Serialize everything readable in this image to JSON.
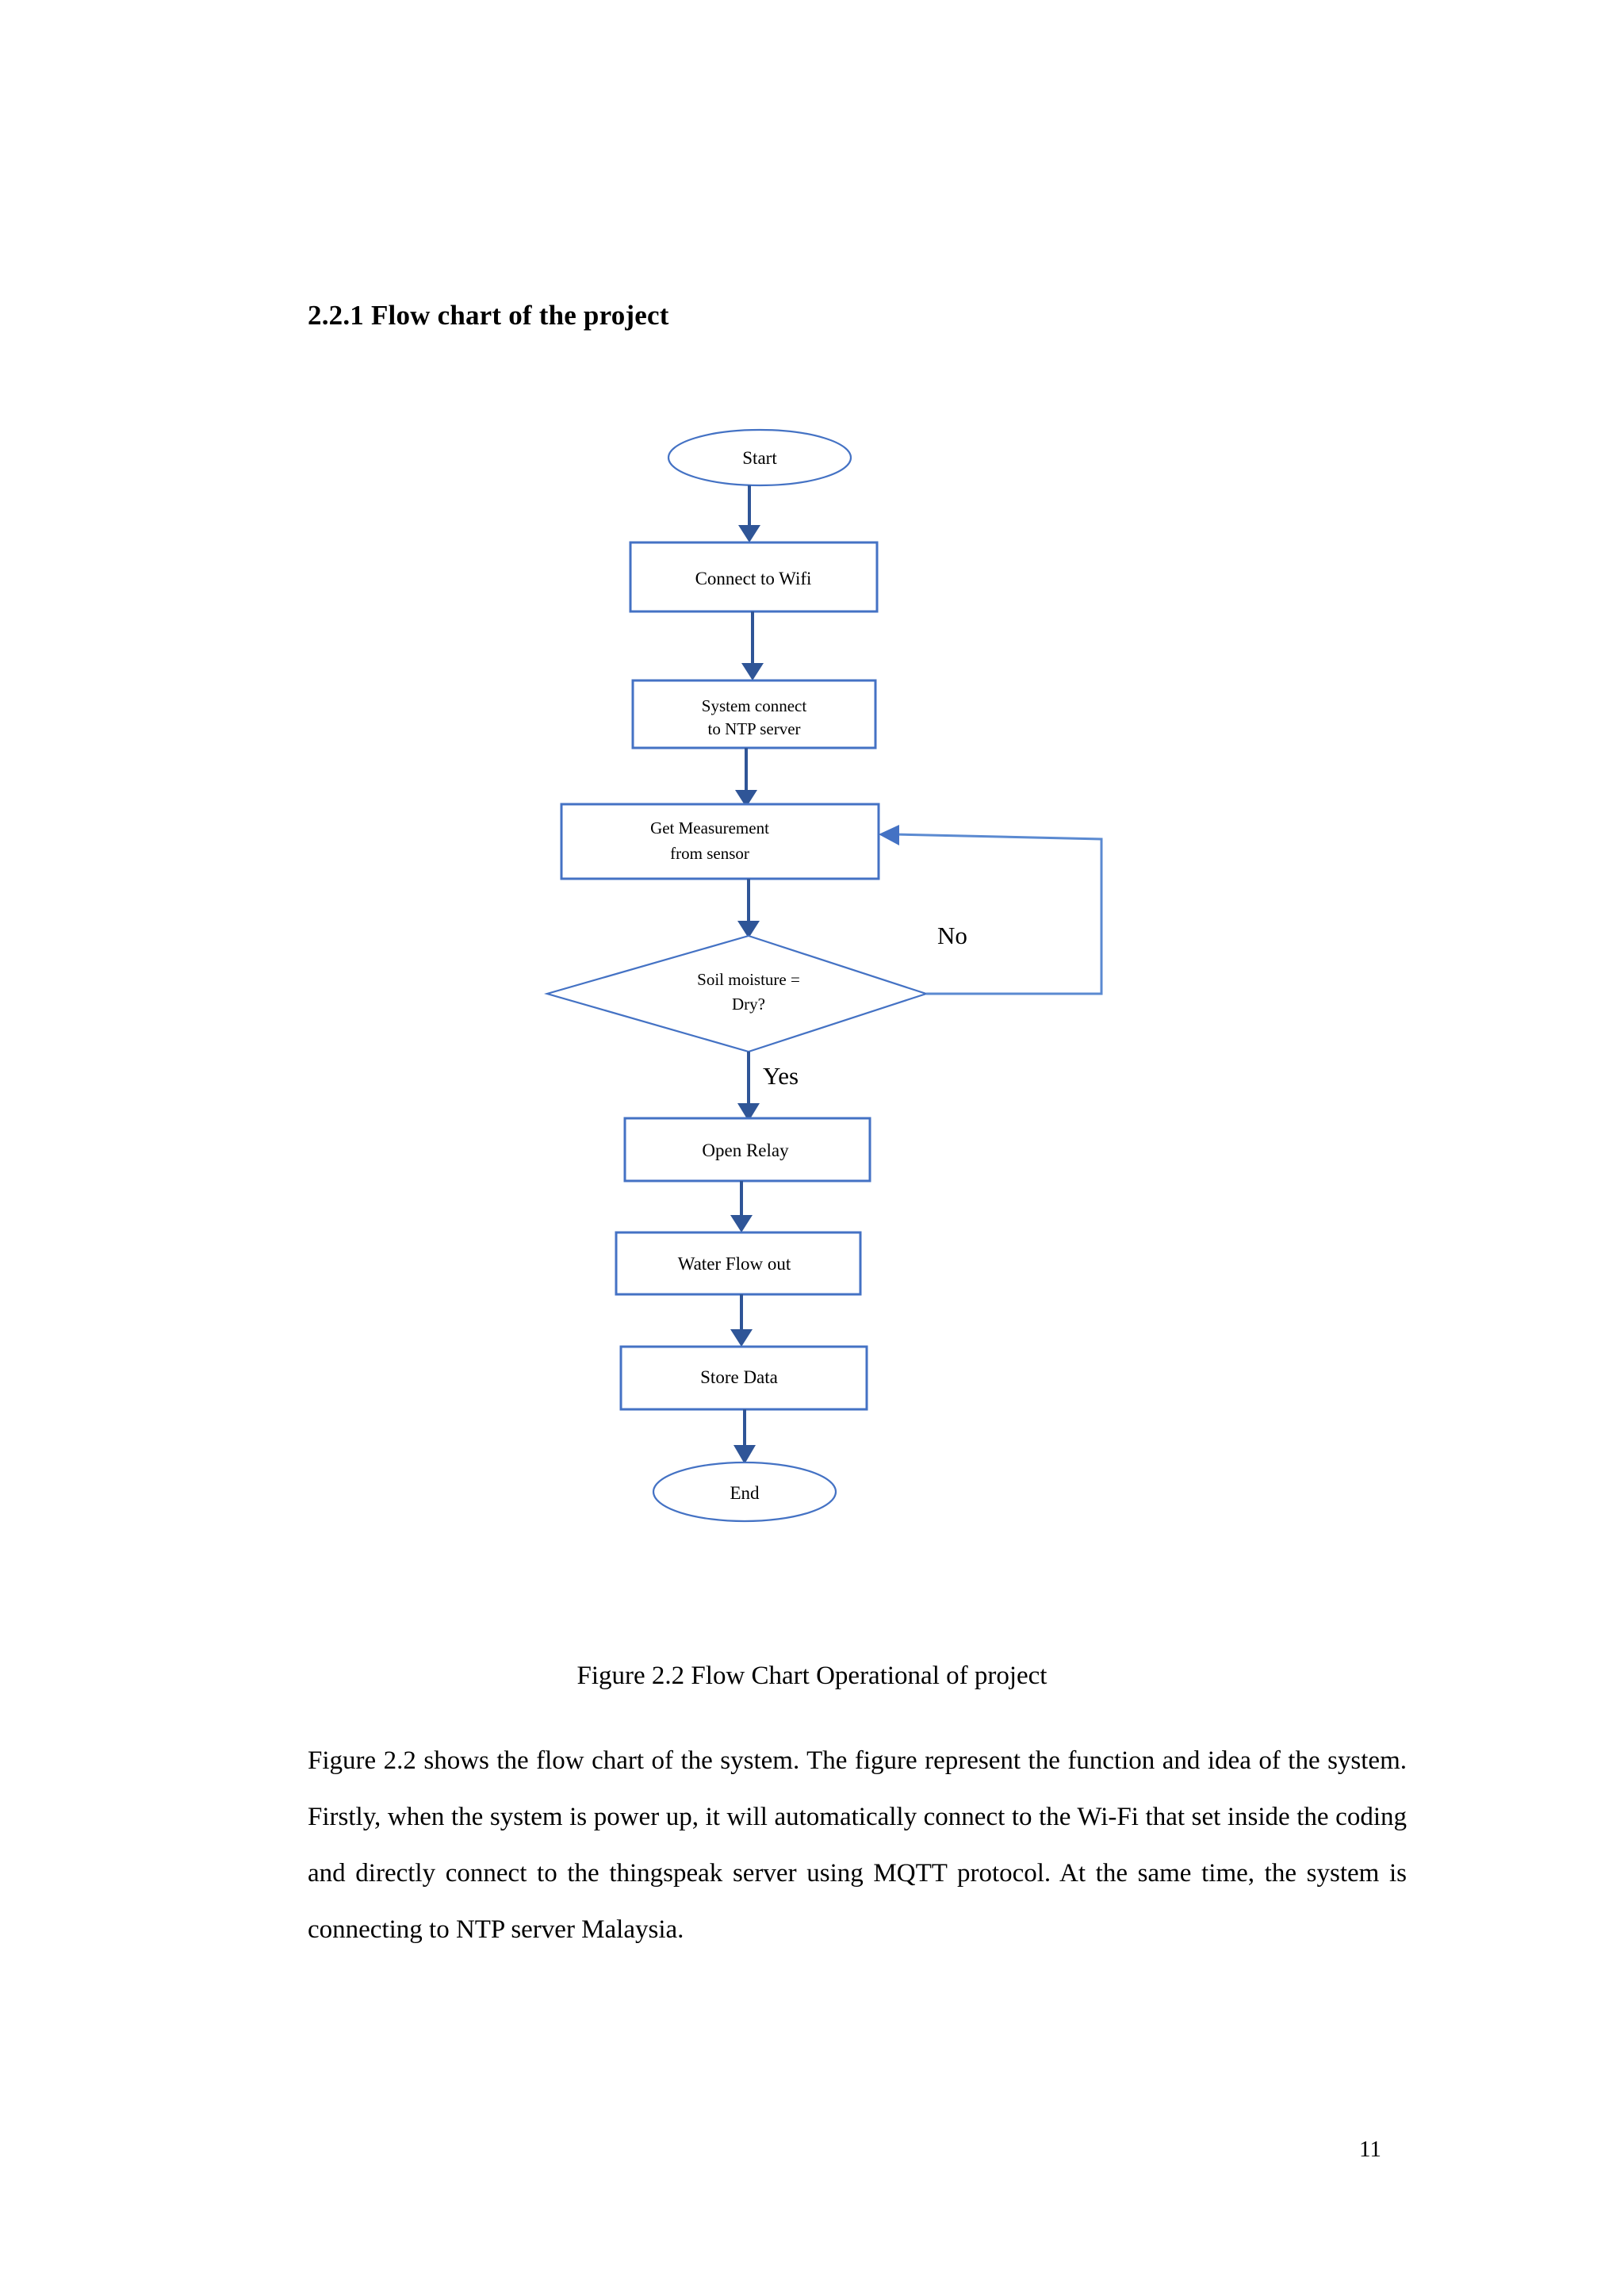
{
  "document": {
    "section_heading": "2.2.1 Flow chart of the project",
    "figure_caption": "Figure 2.2 Flow Chart Operational of project",
    "body_paragraph": "Figure 2.2 shows the flow chart of the system. The figure represent the function and idea of the system. Firstly, when the system is power up, it will automatically connect to the Wi-Fi that set inside the coding and directly connect to the thingspeak server using MQTT protocol. At the same time, the system is connecting to NTP server Malaysia.",
    "page_number": "11"
  },
  "chart_data": {
    "type": "diagram",
    "title": "Figure 2.2 Flow Chart Operational of project",
    "diagram_kind": "flowchart",
    "orientation": "top-to-bottom",
    "colors": {
      "shape_stroke": "#4472C4",
      "connector": "#2F5597",
      "shape_fill": "#FFFFFF",
      "text": "#000000"
    },
    "nodes": [
      {
        "id": "start",
        "shape": "ellipse",
        "label": "Start"
      },
      {
        "id": "wifi",
        "shape": "rectangle",
        "label": "Connect to Wifi"
      },
      {
        "id": "ntp",
        "shape": "rectangle",
        "label": "System connect to NTP server"
      },
      {
        "id": "measure",
        "shape": "rectangle",
        "label": "Get Measurement from sensor"
      },
      {
        "id": "decide",
        "shape": "diamond",
        "label": "Soil moisture = Dry?"
      },
      {
        "id": "relay",
        "shape": "rectangle",
        "label": "Open Relay"
      },
      {
        "id": "water",
        "shape": "rectangle",
        "label": "Water Flow out"
      },
      {
        "id": "store",
        "shape": "rectangle",
        "label": "Store Data"
      },
      {
        "id": "end",
        "shape": "ellipse",
        "label": "End"
      }
    ],
    "edges": [
      {
        "from": "start",
        "to": "wifi",
        "label": ""
      },
      {
        "from": "wifi",
        "to": "ntp",
        "label": ""
      },
      {
        "from": "ntp",
        "to": "measure",
        "label": ""
      },
      {
        "from": "measure",
        "to": "decide",
        "label": ""
      },
      {
        "from": "decide",
        "to": "relay",
        "label": "Yes"
      },
      {
        "from": "decide",
        "to": "measure",
        "label": "No"
      },
      {
        "from": "relay",
        "to": "water",
        "label": ""
      },
      {
        "from": "water",
        "to": "store",
        "label": ""
      },
      {
        "from": "store",
        "to": "end",
        "label": ""
      }
    ],
    "node_labels": {
      "start": "Start",
      "wifi": "Connect to Wifi",
      "ntp_line1": "System connect",
      "ntp_line2": "to NTP server",
      "measure_line1": "Get Measurement",
      "measure_line2": "from sensor",
      "decide_line1": "Soil moisture =",
      "decide_line2": "Dry?",
      "relay": "Open Relay",
      "water": "Water Flow out",
      "store": "Store Data",
      "end": "End"
    },
    "branch_labels": {
      "no": "No",
      "yes": "Yes"
    }
  }
}
